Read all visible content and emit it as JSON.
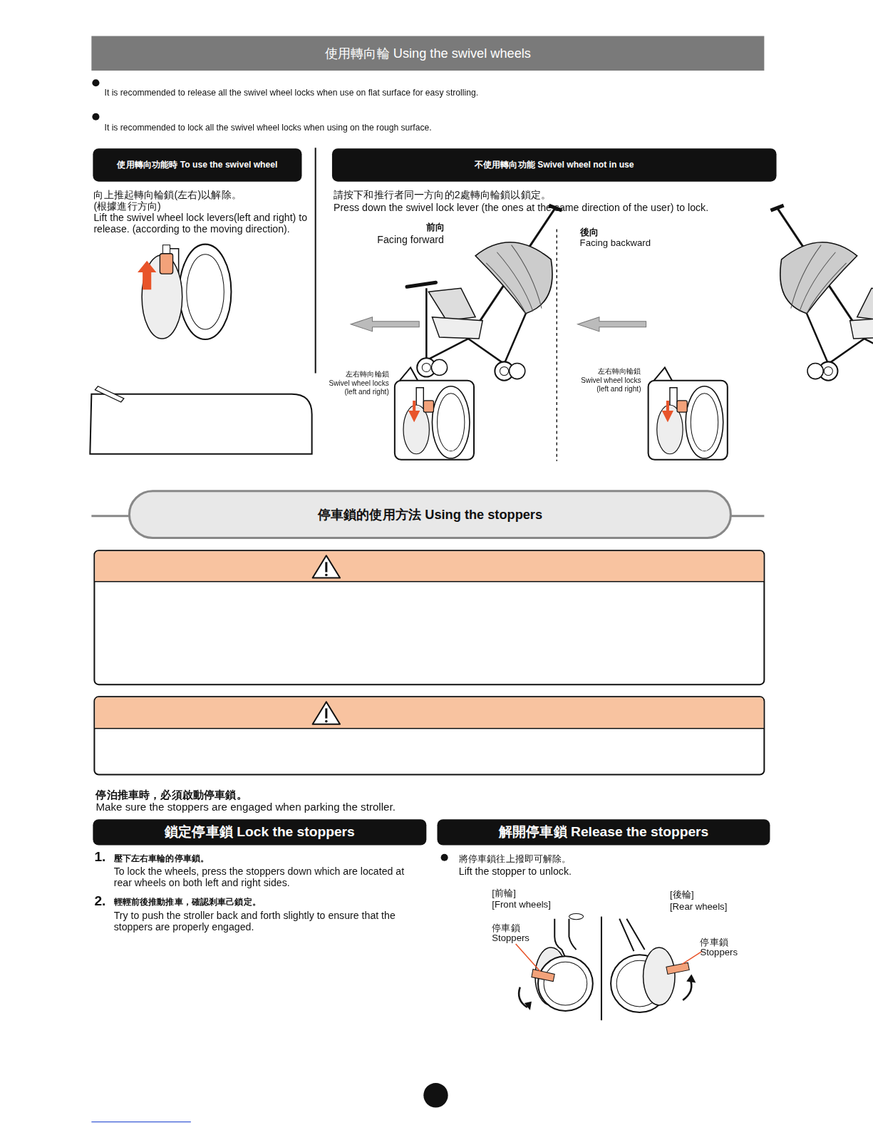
{
  "diagram": {
    "title": "使用轉向輪 Using the swivel wheels",
    "nodes": [
      {
        "text": [
          "使用轉向輪 Using the swivel wheels"
        ]
      },
      {
        "text": [
          "使用轉向功能時 To use the swivel wheel"
        ]
      },
      {
        "text": [
          "不使用轉向功能 Swivel wheel not in use"
        ]
      },
      {
        "text": [
          "停車鎖的使用方法 Using the stoppers"
        ]
      },
      {
        "text": [
          "鎖定停車鎖 Lock the stoppers"
        ]
      },
      {
        "text": [
          "解開停車鎖 Release the stoppers"
        ]
      }
    ],
    "labels": [
      "It is recommended to release all the swivel wheel locks when use on flat surface for easy strolling.",
      "It is recommended to lock all the swivel wheel locks when using on the rough surface.",
      "向上推起轉向輪鎖(左右)以解除。",
      "(根據進行方向)",
      "Lift the swivel wheel lock levers(left and right) to release. (according to the moving direction).",
      "請按下和推行者同一方向的2處轉向輪鎖以鎖定。",
      "Press down the swivel lock lever (the ones at the same direction of the user) to lock.",
      "前向",
      "Facing forward",
      "後向",
      "Facing backward",
      "左右轉向輪鎖",
      "Swivel wheel locks (left and right)",
      "左右轉向輪鎖",
      "Swivel wheel locks (left and right)",
      "停泊推車時，必須啟動停車鎖。",
      "Make sure the stoppers are engaged when parking the stroller.",
      "1.",
      "壓下左右車輪的停車鎖。",
      "To lock the wheels, press the stoppers down which are located at rear wheels on both left and right sides.",
      "2.",
      "輕輕前後推動推車，確認剎車己鎖定。",
      "Try to push the stroller back and forth slightly to ensure that the stoppers are properly engaged.",
      "將停車鎖往上撥即可解除。",
      "Lift the stopper to unlock.",
      "[前輪]",
      "[Front wheels]",
      "[後輪]",
      "[Rear wheels]",
      "停車鎖",
      "Stoppers",
      "停車鎖",
      "Stoppers"
    ]
  }
}
